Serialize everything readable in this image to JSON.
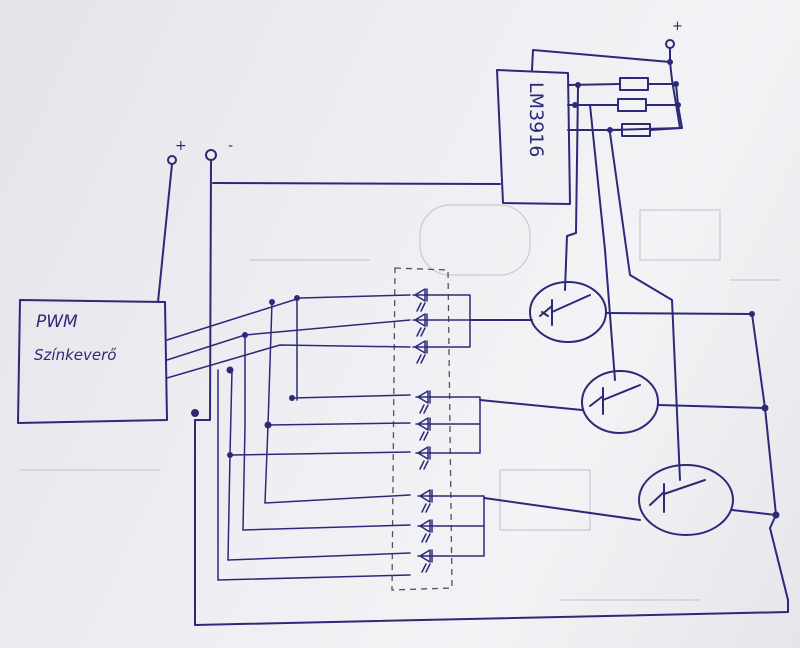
{
  "labels": {
    "pwm_line1": "PWM",
    "pwm_line2": "Színkeverő",
    "ic_name": "LM3916",
    "plus_left": "+",
    "minus_left": "-",
    "plus_top": "+"
  },
  "colors": {
    "ink": "#2c2a78",
    "paper": "#eeeef2"
  },
  "icons": {
    "led": "led-diode-icon",
    "transistor": "npn-transistor-icon",
    "resistor": "resistor-icon",
    "terminal": "terminal-circle-icon"
  }
}
